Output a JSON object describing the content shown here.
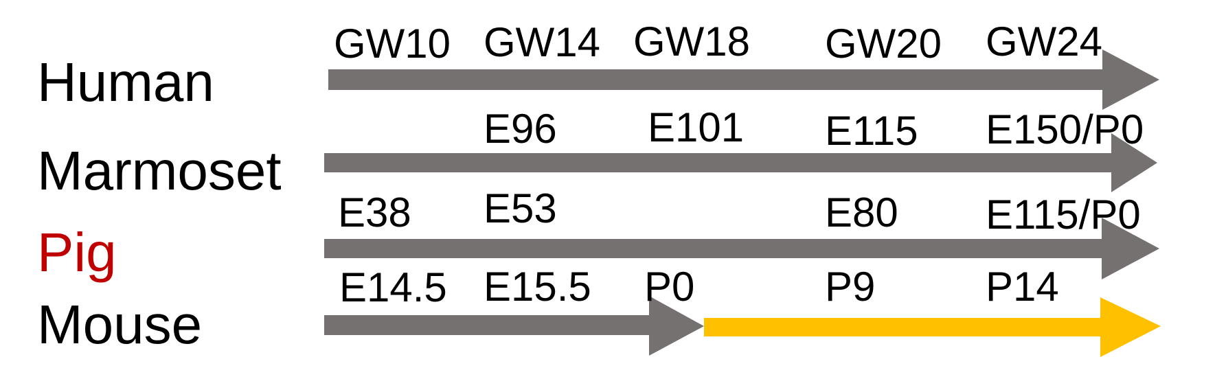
{
  "colors": {
    "arrow": "#757170",
    "highlight": "#FFC000",
    "text": "#000000",
    "accent_text": "#C00000",
    "background": "#FFFFFF"
  },
  "rows": [
    {
      "species": "Human",
      "species_color": "#000000",
      "stages": [
        "GW10",
        "GW14",
        "GW18",
        "GW20",
        "GW24"
      ],
      "arrow_segments": [
        {
          "color": "arrow",
          "head": true
        }
      ]
    },
    {
      "species": "Marmoset",
      "species_color": "#000000",
      "stages": [
        "",
        "E96",
        "E101",
        "E115",
        "E150/P0"
      ],
      "arrow_segments": [
        {
          "color": "arrow",
          "head": true
        }
      ]
    },
    {
      "species": "Pig",
      "species_color": "#C00000",
      "stages": [
        "E38",
        "E53",
        "",
        "E80",
        "E115/P0"
      ],
      "arrow_segments": [
        {
          "color": "arrow",
          "head": true
        }
      ]
    },
    {
      "species": "Mouse",
      "species_color": "#000000",
      "stages": [
        "E14.5",
        "E15.5",
        "P0",
        "P9",
        "P14"
      ],
      "arrow_segments": [
        {
          "color": "arrow",
          "head": true
        },
        {
          "color": "highlight",
          "head": true
        }
      ]
    }
  ]
}
